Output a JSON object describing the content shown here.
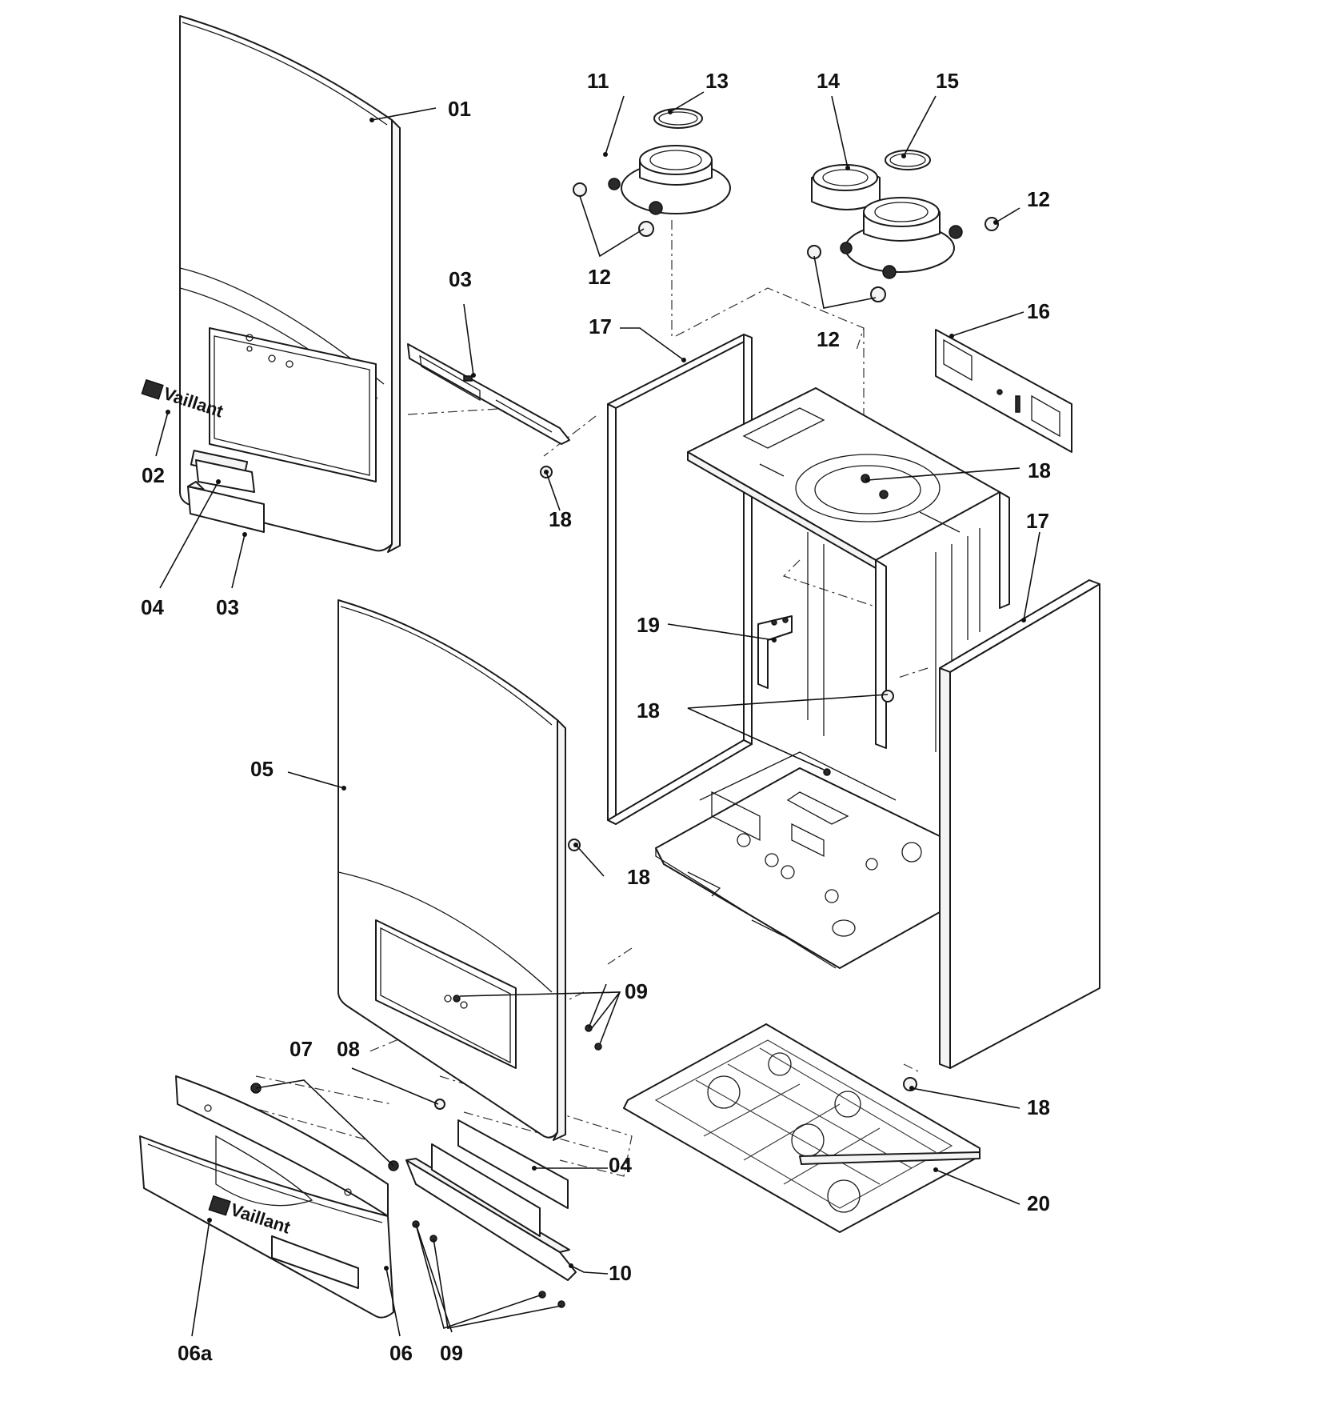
{
  "diagram": {
    "brand": "Vaillant",
    "callouts": {
      "c01": "01",
      "c02": "02",
      "c03a": "03",
      "c03b": "03",
      "c04a": "04",
      "c04b": "04",
      "c05": "05",
      "c06": "06",
      "c06a": "06a",
      "c07": "07",
      "c08": "08",
      "c09a": "09",
      "c09b": "09",
      "c10": "10",
      "c11": "11",
      "c12a": "12",
      "c12b": "12",
      "c12c": "12",
      "c13": "13",
      "c14": "14",
      "c15": "15",
      "c16": "16",
      "c17a": "17",
      "c17b": "17",
      "c18a": "18",
      "c18b": "18",
      "c18c": "18",
      "c18d": "18",
      "c18e": "18",
      "c19": "19",
      "c20": "20"
    }
  }
}
